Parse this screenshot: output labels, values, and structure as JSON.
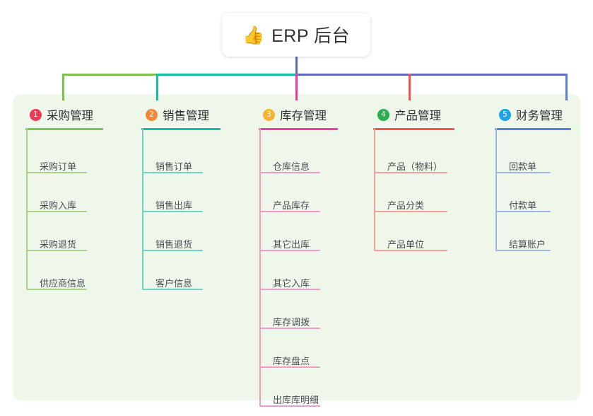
{
  "title": {
    "icon": "thumbs-up-icon",
    "emoji": "👍",
    "text": "ERP 后台"
  },
  "palette": {
    "panel_bg": "#eef7e9",
    "page_bg": "#ffffff",
    "trunk": "#5b6bc0",
    "col1": "#7cc24a",
    "col2": "#10bfa6",
    "col3": "#e83fa0",
    "col4": "#f4554b",
    "col5": "#5b7fd4",
    "col1_light": "#a8d488",
    "col2_light": "#6fd3c6",
    "col3_light": "#f09cc8",
    "col4_light": "#f5a19a",
    "col5_light": "#9db6e4",
    "badge1": "#ec3b5b",
    "badge2": "#f58634",
    "badge3": "#f6b42a",
    "badge4": "#27b14c",
    "badge5": "#1ba3e8"
  },
  "columns": [
    {
      "index": "1",
      "label": "采购管理",
      "badge_color": "#ec3b5b",
      "rule_color": "#7cc24a",
      "line_color": "#a8d488",
      "items": [
        {
          "label": "采购订单"
        },
        {
          "label": "采购入库"
        },
        {
          "label": "采购退货"
        },
        {
          "label": "供应商信息"
        }
      ]
    },
    {
      "index": "2",
      "label": "销售管理",
      "badge_color": "#f58634",
      "rule_color": "#10bfa6",
      "line_color": "#6fd3c6",
      "items": [
        {
          "label": "销售订单"
        },
        {
          "label": "销售出库"
        },
        {
          "label": "销售退货"
        },
        {
          "label": "客户信息"
        }
      ]
    },
    {
      "index": "3",
      "label": "库存管理",
      "badge_color": "#f6b42a",
      "rule_color": "#e83fa0",
      "line_color": "#f09cc8",
      "items": [
        {
          "label": "仓库信息"
        },
        {
          "label": "产品库存"
        },
        {
          "label": "其它出库"
        },
        {
          "label": "其它入库"
        },
        {
          "label": "库存调拨"
        },
        {
          "label": "库存盘点"
        },
        {
          "label": "出库库明细"
        }
      ]
    },
    {
      "index": "4",
      "label": "产品管理",
      "badge_color": "#27b14c",
      "rule_color": "#f4554b",
      "line_color": "#f5a19a",
      "items": [
        {
          "label": "产品（物料）"
        },
        {
          "label": "产品分类"
        },
        {
          "label": "产品单位"
        }
      ]
    },
    {
      "index": "5",
      "label": "财务管理",
      "badge_color": "#1ba3e8",
      "rule_color": "#5b7fd4",
      "line_color": "#9db6e4",
      "items": [
        {
          "label": "回款单"
        },
        {
          "label": "付款单"
        },
        {
          "label": "结算账户"
        }
      ]
    }
  ]
}
